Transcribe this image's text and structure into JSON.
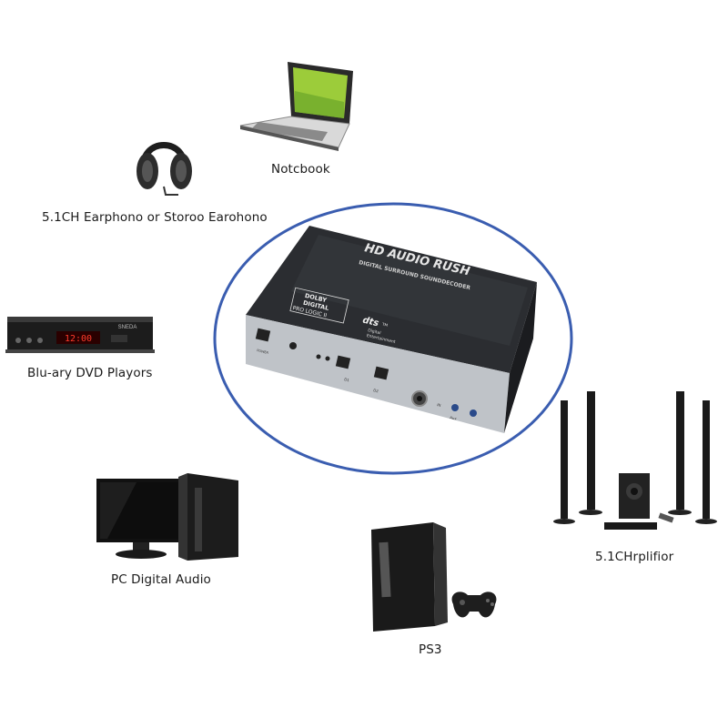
{
  "labels": {
    "notebook": "Notcbook",
    "headphones": "5.1CH Earphono or Storoo Earohono",
    "dvd_player": "Blu-ary DVD Playors",
    "pc": "PC Digital Audio",
    "ps3": "PS3",
    "amplifier": "5.1CHrplifior"
  },
  "device": {
    "brand_title": "HD AUDIO RUSH",
    "subtitle": "DIGITAL SURROUND SOUNDDECODER",
    "dolby_line1": "DOLBY",
    "dolby_line2": "DIGITAL",
    "dolby_line3": "PRO LOGIC II",
    "dts_logo": "dts",
    "dts_tm": "TM",
    "dts_line1": "Digital",
    "dts_line2": "Entertainment",
    "port_power": "POWER",
    "port_in": "IN",
    "port_d1": "D1",
    "port_d2": "D2",
    "port_aux": "Aux",
    "dvd_brand": "SNEDA",
    "dvd_display": "12:00"
  },
  "colors": {
    "ellipse_stroke": "#3a5db0",
    "device_body": "#2b2d31",
    "screen_green": "#9ccc3a"
  }
}
